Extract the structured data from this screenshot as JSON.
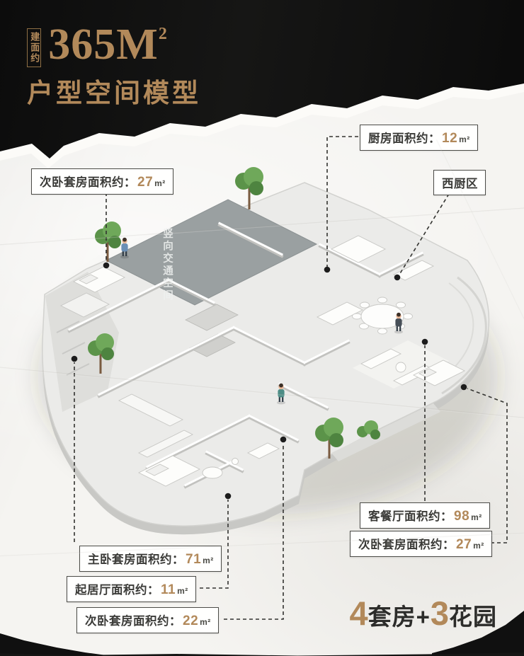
{
  "header": {
    "tag": "建面约",
    "area_number": "365",
    "area_letter": "M",
    "area_exp": "2",
    "title": "户型空间模型"
  },
  "plan": {
    "core_label": "竖向交通空间"
  },
  "callouts": {
    "bedroom_top": {
      "label": "次卧套房面积约：",
      "value": "27",
      "unit": "m²"
    },
    "kitchen": {
      "label": "厨房面积约：",
      "value": "12",
      "unit": "m²"
    },
    "west_kitchen": {
      "label": "西厨区"
    },
    "living_dining": {
      "label": "客餐厅面积约：",
      "value": "98",
      "unit": "m²"
    },
    "bedroom_right": {
      "label": "次卧套房面积约：",
      "value": "27",
      "unit": "m²"
    },
    "master_bedroom": {
      "label": "主卧套房面积约：",
      "value": "71",
      "unit": "m²"
    },
    "sitting_room": {
      "label": "起居厅面积约：",
      "value": "11",
      "unit": "m²"
    },
    "bedroom_bottom": {
      "label": "次卧套房面积约：",
      "value": "22",
      "unit": "m²"
    }
  },
  "footer": {
    "num_suites": "4",
    "suites_label": "套房",
    "plus": "+",
    "num_gardens": "3",
    "gardens_label": "花园"
  },
  "colors": {
    "accent": "#b2895a",
    "paper": "#f5f4f1",
    "ink": "#3b3b38",
    "slab": "#9aa0a1",
    "tree": "#6fa85a"
  }
}
